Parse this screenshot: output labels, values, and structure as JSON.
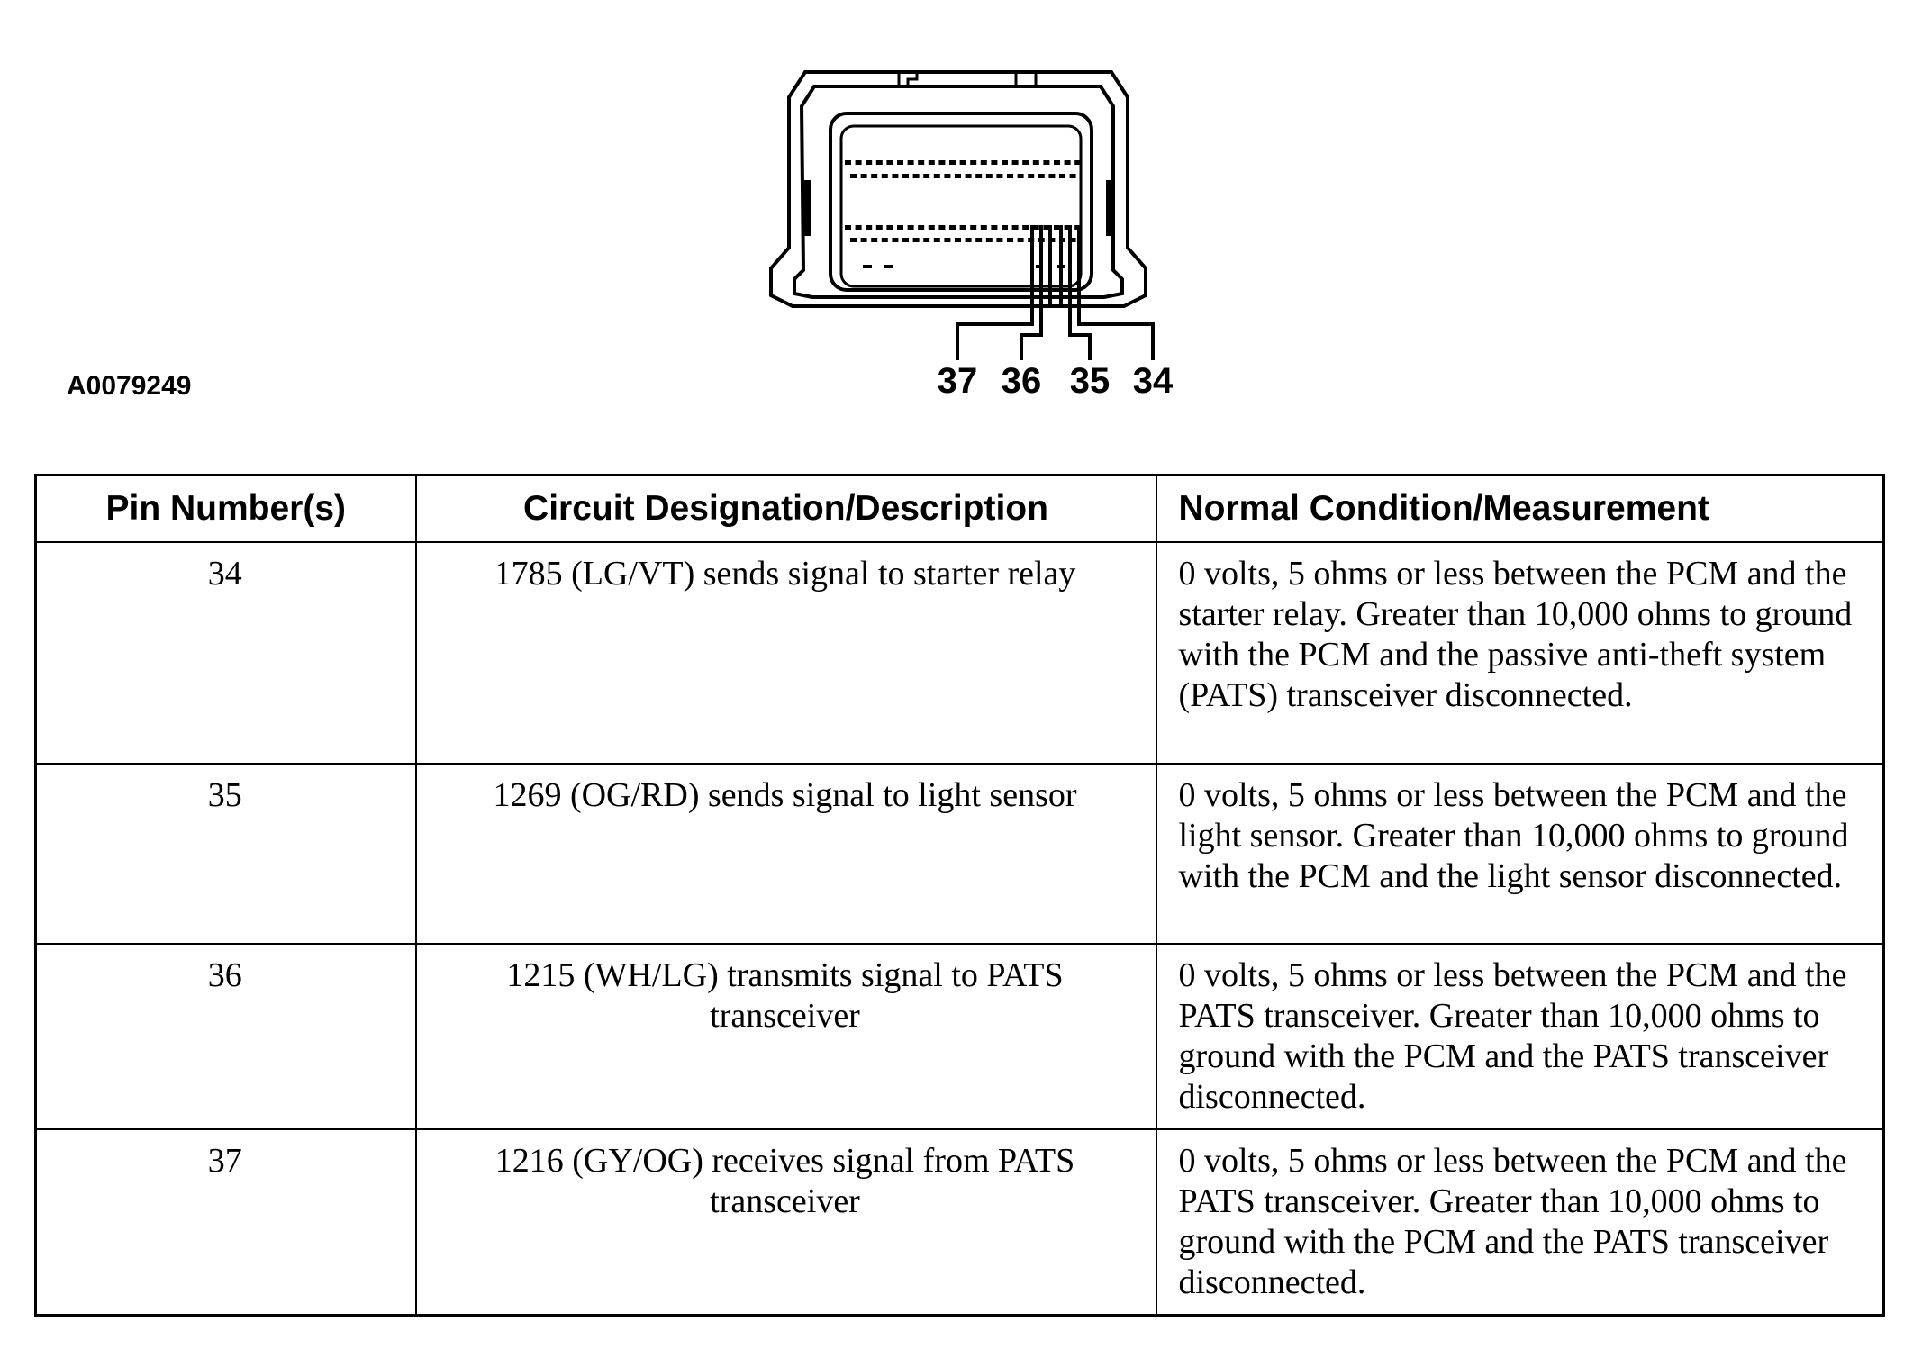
{
  "figure_id": "A0079249",
  "connector": {
    "pin_labels": [
      "37",
      "36",
      "35",
      "34"
    ]
  },
  "table": {
    "headers": [
      "Pin Number(s)",
      "Circuit Designation/Description",
      "Normal Condition/Measurement"
    ],
    "rows": [
      {
        "pin": "34",
        "circuit": "1785 (LG/VT) sends signal to starter relay",
        "condition": "0 volts, 5 ohms or less between the PCM and the starter relay. Greater than 10,000 ohms to ground with the PCM and the passive anti-theft system (PATS) transceiver disconnected."
      },
      {
        "pin": "35",
        "circuit": "1269 (OG/RD) sends signal to light sensor",
        "condition": "0 volts, 5 ohms or less between the PCM and the light sensor. Greater than 10,000 ohms to ground with the PCM and the light sensor disconnected."
      },
      {
        "pin": "36",
        "circuit": "1215 (WH/LG) transmits signal to PATS transceiver",
        "condition": "0 volts, 5 ohms or less between the PCM and the PATS transceiver. Greater than 10,000 ohms to ground with the PCM and the PATS transceiver disconnected."
      },
      {
        "pin": "37",
        "circuit": "1216 (GY/OG) receives signal from PATS transceiver",
        "condition": "0 volts, 5 ohms or less between the PCM and the PATS transceiver. Greater than 10,000 ohms to ground with the PCM and the PATS transceiver disconnected."
      }
    ]
  }
}
